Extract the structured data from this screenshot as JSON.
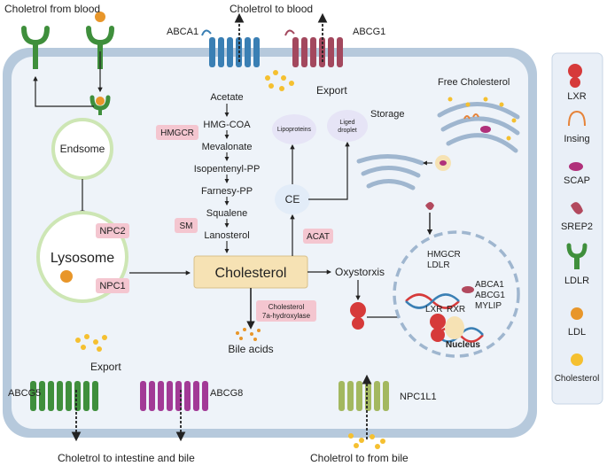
{
  "labels": {
    "blood_in": "Choletrol from blood",
    "blood_out": "Choletrol to blood",
    "abca1": "ABCA1",
    "abcg1": "ABCG1",
    "export_top": "Export",
    "free_cholesterol": "Free Cholesterol",
    "endosome": "Endsome",
    "lysosome": "Lysosome",
    "npc2": "NPC2",
    "npc1": "NPC1",
    "acetate": "Acetate",
    "hmgcoa": "HMG-COA",
    "hmgcr": "HMGCR",
    "mevalonate": "Mevalonate",
    "isopentenyl": "Isopentenyl-PP",
    "farnesy": "Farnesy-PP",
    "squalene": "Squalene",
    "sm": "SM",
    "lanosterol": "Lanosterol",
    "cholesterol": "Cholesterol",
    "lipoproteins": "Lipoproteins",
    "storage": "Storage",
    "liged_1": "Liged",
    "liged_2": "droplet",
    "ce": "CE",
    "acat": "ACAT",
    "oxystorxis": "Oxystorxis",
    "cyp_1": "Cholesterol",
    "cyp_2": "7a-hydroxylase",
    "bile_acids": "Bile acids",
    "nuc_hmgcr": "HMGCR",
    "nuc_ldlr": "LDLR",
    "nuc_abca1": "ABCA1",
    "nuc_abcg1": "ABCG1",
    "nuc_mylip": "MYLIP",
    "lxr": "LXR",
    "rxr": "RXR",
    "nucleus": "Nucleus",
    "export_bottom": "Export",
    "abcg5": "ABCG5",
    "abcg8": "ABCG8",
    "npc1l1": "NPC1L1",
    "to_intestine": "Choletrol to intestine and bile",
    "from_bile": "Choletrol to from bile"
  },
  "legend": [
    {
      "label": "LXR",
      "icon": "lxr-icon",
      "color": "#d63a3a"
    },
    {
      "label": "Insing",
      "icon": "insing-icon",
      "color": "#e6843a"
    },
    {
      "label": "SCAP",
      "icon": "scap-icon",
      "color": "#b0307a"
    },
    {
      "label": "SREP2",
      "icon": "srep2-icon",
      "color": "#b2495e"
    },
    {
      "label": "LDLR",
      "icon": "ldlr-icon",
      "color": "#3f8f3c"
    },
    {
      "label": "LDL",
      "icon": "ldl-icon",
      "color": "#e8962a"
    },
    {
      "label": "Cholesterol",
      "icon": "cholesterol-icon",
      "color": "#f5c030"
    }
  ],
  "colors": {
    "membrane": "#9fb7d0",
    "cytoplasm": "#eaf0f7",
    "pink_tag": "#f4c6d0",
    "cholesterol_box": "#f6e2b4",
    "lysosome_ring": "#cde6b4",
    "abca1": "#3a7fb4",
    "abcg1": "#a3485e",
    "abcg5": "#3f8f3c",
    "abcg8": "#a23a96",
    "npc1l1": "#a3b860"
  }
}
